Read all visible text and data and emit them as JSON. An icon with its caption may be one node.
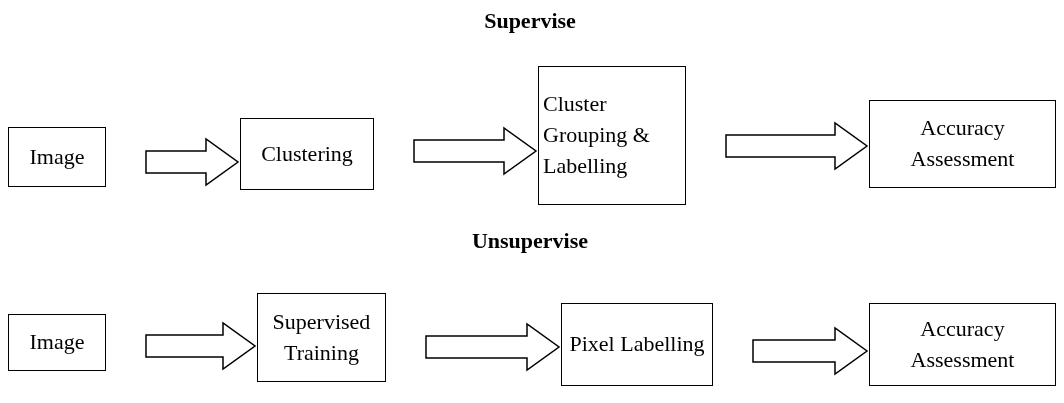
{
  "diagram": {
    "nodes": [
      {
        "text": [
          "Image"
        ]
      },
      {
        "text": [
          "Clustering"
        ]
      },
      {
        "text": [
          "Cluster Grouping & Labelling"
        ]
      },
      {
        "text": [
          "Accuracy Assessment"
        ]
      },
      {
        "text": [
          "Image"
        ]
      },
      {
        "text": [
          "Supervised Training"
        ]
      },
      {
        "text": [
          "Pixel Labelling"
        ]
      },
      {
        "text": [
          "Accuracy Assessment"
        ]
      }
    ],
    "edges": [
      {
        "from": 0,
        "to": 1,
        "arrow": "to"
      },
      {
        "from": 1,
        "to": 2,
        "arrow": "to"
      },
      {
        "from": 2,
        "to": 3,
        "arrow": "to"
      },
      {
        "from": 4,
        "to": 5,
        "arrow": "to"
      },
      {
        "from": 5,
        "to": 6,
        "arrow": "to"
      },
      {
        "from": 6,
        "to": 7,
        "arrow": "to"
      }
    ],
    "labels": [
      "Supervise",
      "Unsupervise"
    ]
  }
}
